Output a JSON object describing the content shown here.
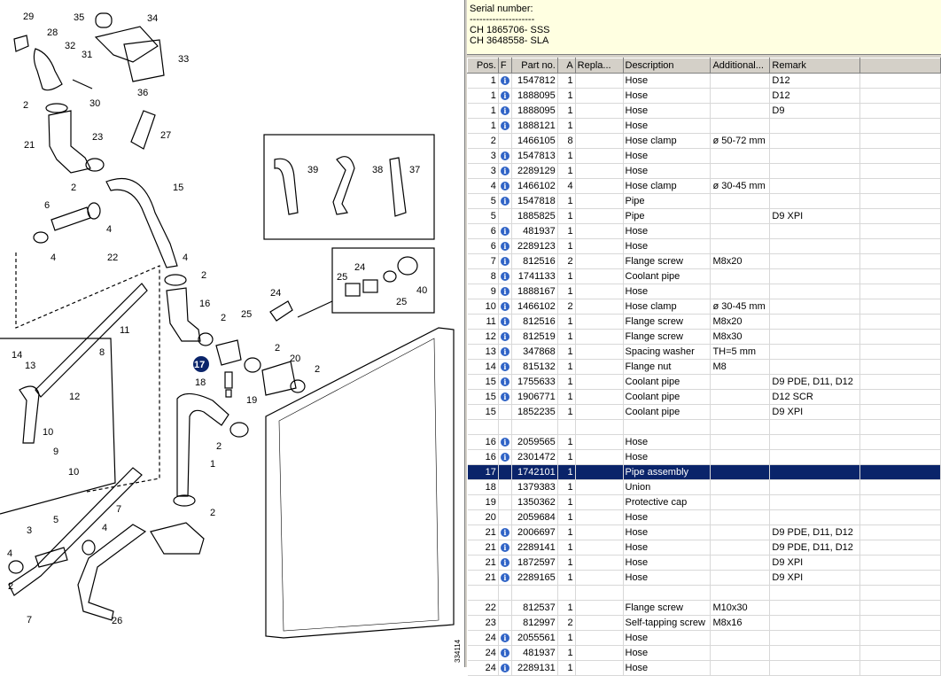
{
  "serial": {
    "title": "Serial number:",
    "separator": "--------------------",
    "lines": [
      "CH 1865706- SSS",
      "CH 3648558- SLA"
    ]
  },
  "table": {
    "columns": [
      "Pos.",
      "F",
      "Part no.",
      "A",
      "Repla...",
      "Description",
      "Additional...",
      "Remark"
    ],
    "rows": [
      {
        "pos": "1",
        "info": true,
        "part": "1547812",
        "qty": "1",
        "repl": "",
        "desc": "Hose",
        "add": "",
        "remark": "D12"
      },
      {
        "pos": "1",
        "info": true,
        "part": "1888095",
        "qty": "1",
        "repl": "",
        "desc": "Hose",
        "add": "",
        "remark": "D12"
      },
      {
        "pos": "1",
        "info": true,
        "part": "1888095",
        "qty": "1",
        "repl": "",
        "desc": "Hose",
        "add": "",
        "remark": "D9"
      },
      {
        "pos": "1",
        "info": true,
        "part": "1888121",
        "qty": "1",
        "repl": "",
        "desc": "Hose",
        "add": "",
        "remark": ""
      },
      {
        "pos": "2",
        "info": false,
        "part": "1466105",
        "qty": "8",
        "repl": "",
        "desc": "Hose clamp",
        "add": "ø 50-72 mm",
        "remark": ""
      },
      {
        "pos": "3",
        "info": true,
        "part": "1547813",
        "qty": "1",
        "repl": "",
        "desc": "Hose",
        "add": "",
        "remark": ""
      },
      {
        "pos": "3",
        "info": true,
        "part": "2289129",
        "qty": "1",
        "repl": "",
        "desc": "Hose",
        "add": "",
        "remark": ""
      },
      {
        "pos": "4",
        "info": true,
        "part": "1466102",
        "qty": "4",
        "repl": "",
        "desc": "Hose clamp",
        "add": "ø 30-45 mm",
        "remark": ""
      },
      {
        "pos": "5",
        "info": true,
        "part": "1547818",
        "qty": "1",
        "repl": "",
        "desc": "Pipe",
        "add": "",
        "remark": ""
      },
      {
        "pos": "5",
        "info": false,
        "part": "1885825",
        "qty": "1",
        "repl": "",
        "desc": "Pipe",
        "add": "",
        "remark": "D9 XPI"
      },
      {
        "pos": "6",
        "info": true,
        "part": "481937",
        "qty": "1",
        "repl": "",
        "desc": "Hose",
        "add": "",
        "remark": ""
      },
      {
        "pos": "6",
        "info": true,
        "part": "2289123",
        "qty": "1",
        "repl": "",
        "desc": "Hose",
        "add": "",
        "remark": ""
      },
      {
        "pos": "7",
        "info": true,
        "part": "812516",
        "qty": "2",
        "repl": "",
        "desc": "Flange screw",
        "add": "M8x20",
        "remark": ""
      },
      {
        "pos": "8",
        "info": true,
        "part": "1741133",
        "qty": "1",
        "repl": "",
        "desc": "Coolant pipe",
        "add": "",
        "remark": ""
      },
      {
        "pos": "9",
        "info": true,
        "part": "1888167",
        "qty": "1",
        "repl": "",
        "desc": "Hose",
        "add": "",
        "remark": ""
      },
      {
        "pos": "10",
        "info": true,
        "part": "1466102",
        "qty": "2",
        "repl": "",
        "desc": "Hose clamp",
        "add": "ø 30-45 mm",
        "remark": ""
      },
      {
        "pos": "11",
        "info": true,
        "part": "812516",
        "qty": "1",
        "repl": "",
        "desc": "Flange screw",
        "add": "M8x20",
        "remark": ""
      },
      {
        "pos": "12",
        "info": true,
        "part": "812519",
        "qty": "1",
        "repl": "",
        "desc": "Flange screw",
        "add": "M8x30",
        "remark": ""
      },
      {
        "pos": "13",
        "info": true,
        "part": "347868",
        "qty": "1",
        "repl": "",
        "desc": "Spacing washer",
        "add": "TH=5 mm",
        "remark": ""
      },
      {
        "pos": "14",
        "info": true,
        "part": "815132",
        "qty": "1",
        "repl": "",
        "desc": "Flange nut",
        "add": "M8",
        "remark": ""
      },
      {
        "pos": "15",
        "info": true,
        "part": "1755633",
        "qty": "1",
        "repl": "",
        "desc": "Coolant pipe",
        "add": "",
        "remark": "D9 PDE, D11, D12"
      },
      {
        "pos": "15",
        "info": true,
        "part": "1906771",
        "qty": "1",
        "repl": "",
        "desc": "Coolant pipe",
        "add": "",
        "remark": "D12 SCR"
      },
      {
        "pos": "15",
        "info": false,
        "part": "1852235",
        "qty": "1",
        "repl": "",
        "desc": "Coolant pipe",
        "add": "",
        "remark": "D9 XPI"
      },
      {
        "pos": "",
        "info": false,
        "part": "",
        "qty": "",
        "repl": "",
        "desc": "",
        "add": "",
        "remark": ""
      },
      {
        "pos": "16",
        "info": true,
        "part": "2059565",
        "qty": "1",
        "repl": "",
        "desc": "Hose",
        "add": "",
        "remark": ""
      },
      {
        "pos": "16",
        "info": true,
        "part": "2301472",
        "qty": "1",
        "repl": "",
        "desc": "Hose",
        "add": "",
        "remark": ""
      },
      {
        "pos": "17",
        "info": false,
        "part": "1742101",
        "qty": "1",
        "repl": "",
        "desc": "Pipe assembly",
        "add": "",
        "remark": "",
        "selected": true
      },
      {
        "pos": "18",
        "info": false,
        "part": "1379383",
        "qty": "1",
        "repl": "",
        "desc": "Union",
        "add": "",
        "remark": ""
      },
      {
        "pos": "19",
        "info": false,
        "part": "1350362",
        "qty": "1",
        "repl": "",
        "desc": "Protective cap",
        "add": "",
        "remark": ""
      },
      {
        "pos": "20",
        "info": false,
        "part": "2059684",
        "qty": "1",
        "repl": "",
        "desc": "Hose",
        "add": "",
        "remark": ""
      },
      {
        "pos": "21",
        "info": true,
        "part": "2006697",
        "qty": "1",
        "repl": "",
        "desc": "Hose",
        "add": "",
        "remark": "D9 PDE, D11, D12"
      },
      {
        "pos": "21",
        "info": true,
        "part": "2289141",
        "qty": "1",
        "repl": "",
        "desc": "Hose",
        "add": "",
        "remark": "D9 PDE, D11, D12"
      },
      {
        "pos": "21",
        "info": true,
        "part": "1872597",
        "qty": "1",
        "repl": "",
        "desc": "Hose",
        "add": "",
        "remark": "D9 XPI"
      },
      {
        "pos": "21",
        "info": true,
        "part": "2289165",
        "qty": "1",
        "repl": "",
        "desc": "Hose",
        "add": "",
        "remark": "D9 XPI"
      },
      {
        "pos": "",
        "info": false,
        "part": "",
        "qty": "",
        "repl": "",
        "desc": "",
        "add": "",
        "remark": ""
      },
      {
        "pos": "22",
        "info": false,
        "part": "812537",
        "qty": "1",
        "repl": "",
        "desc": "Flange screw",
        "add": "M10x30",
        "remark": ""
      },
      {
        "pos": "23",
        "info": false,
        "part": "812997",
        "qty": "2",
        "repl": "",
        "desc": "Self-tapping screw",
        "add": "M8x16",
        "remark": ""
      },
      {
        "pos": "24",
        "info": true,
        "part": "2055561",
        "qty": "1",
        "repl": "",
        "desc": "Hose",
        "add": "",
        "remark": ""
      },
      {
        "pos": "24",
        "info": true,
        "part": "481937",
        "qty": "1",
        "repl": "",
        "desc": "Hose",
        "add": "",
        "remark": ""
      },
      {
        "pos": "24",
        "info": true,
        "part": "2289131",
        "qty": "1",
        "repl": "",
        "desc": "Hose",
        "add": "",
        "remark": ""
      }
    ]
  },
  "diagram": {
    "drawing_no": "334114",
    "selected_callout": "17",
    "callouts": [
      "29",
      "35",
      "34",
      "28",
      "32",
      "31",
      "33",
      "36",
      "30",
      "2",
      "21",
      "27",
      "23",
      "2",
      "15",
      "6",
      "4",
      "39",
      "38",
      "37",
      "22",
      "4",
      "2",
      "16",
      "24",
      "25",
      "40",
      "25",
      "24",
      "11",
      "2",
      "25",
      "8",
      "14",
      "13",
      "12",
      "17",
      "2",
      "20",
      "18",
      "19",
      "2",
      "2",
      "10",
      "9",
      "10",
      "1",
      "7",
      "5",
      "3",
      "4",
      "2",
      "4",
      "26",
      "7"
    ]
  },
  "colors": {
    "selected_row": "#0a246a",
    "serial_bg": "#ffffe1",
    "info_icon": "#2f63c6"
  }
}
